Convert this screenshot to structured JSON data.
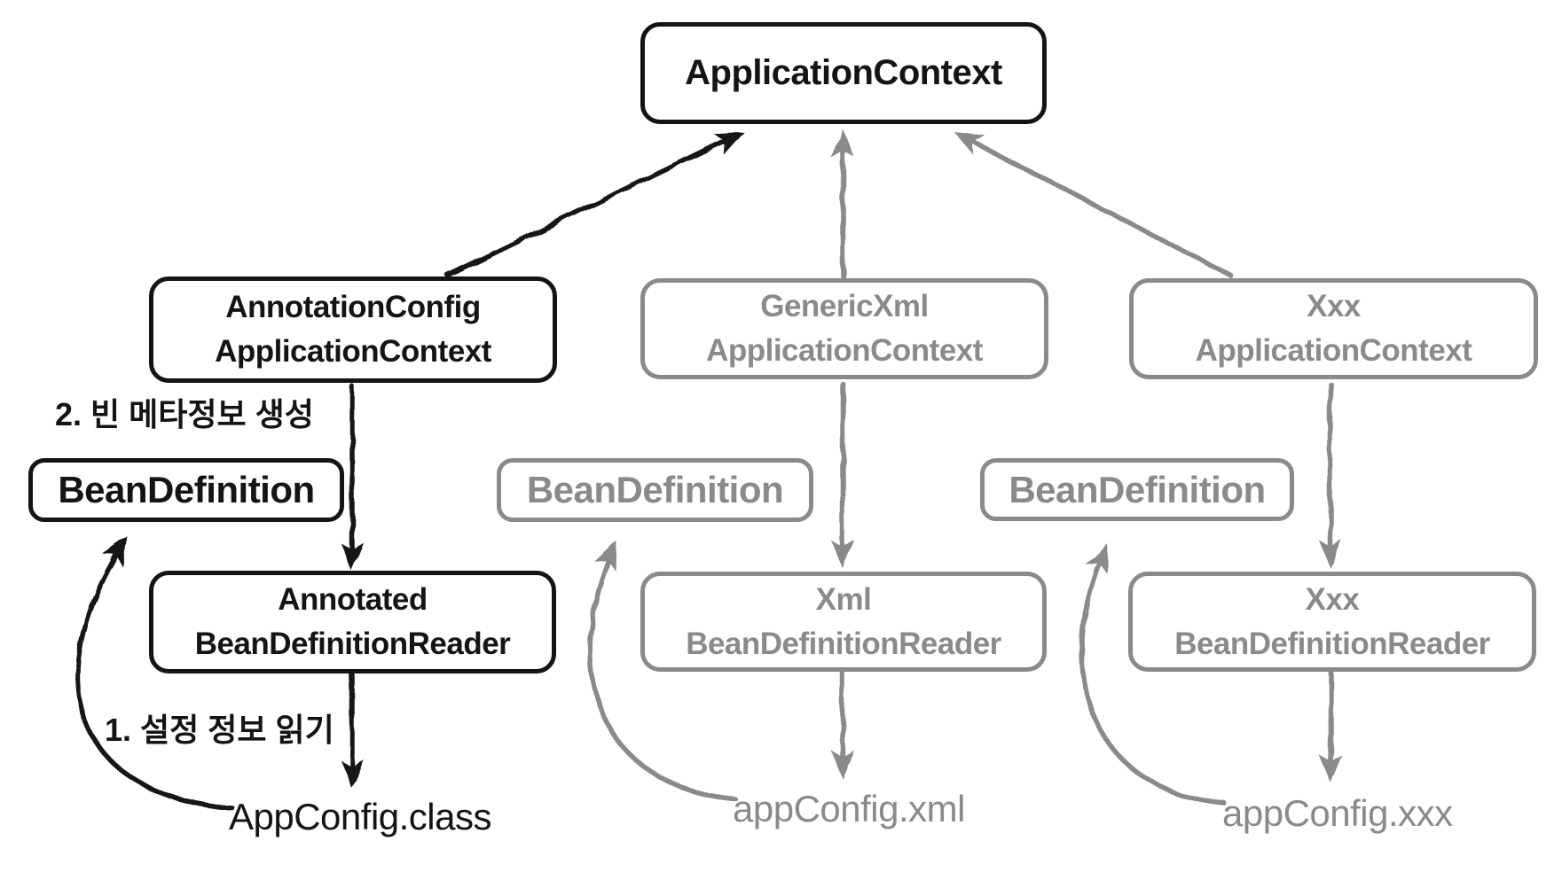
{
  "colors": {
    "active": "#141414",
    "inactive": "#8a8a8a",
    "background": "#ffffff"
  },
  "root": {
    "label": "ApplicationContext"
  },
  "columns": [
    {
      "name": "annotation-config",
      "state": "active",
      "context": "AnnotationConfig\nApplicationContext",
      "bean_definition": "BeanDefinition",
      "reader": "Annotated\nBeanDefinitionReader",
      "config_source": "AppConfig.class"
    },
    {
      "name": "generic-xml",
      "state": "inactive",
      "context": "GenericXml\nApplicationContext",
      "bean_definition": "BeanDefinition",
      "reader": "Xml\nBeanDefinitionReader",
      "config_source": "appConfig.xml"
    },
    {
      "name": "xxx",
      "state": "inactive",
      "context": "Xxx\nApplicationContext",
      "bean_definition": "BeanDefinition",
      "reader": "Xxx\nBeanDefinitionReader",
      "config_source": "appConfig.xxx"
    }
  ],
  "annotations": {
    "step1": "1. 설정 정보 읽기",
    "step2": "2. 빈 메타정보 생성"
  }
}
